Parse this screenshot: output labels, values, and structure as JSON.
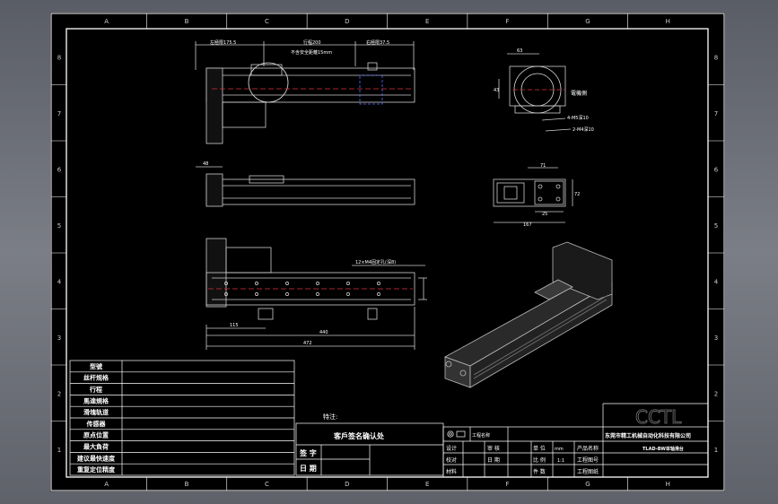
{
  "drawing": {
    "zone_letters": [
      "A",
      "B",
      "C",
      "D",
      "E",
      "F",
      "G",
      "H"
    ],
    "zone_numbers": [
      "8",
      "7",
      "6",
      "5",
      "4",
      "3",
      "2",
      "1"
    ],
    "top_view": {
      "dim_left": "左極限175.5",
      "dim_mid": "行程200",
      "dim_right": "右極限37.5",
      "note_safety": "不含安全距離15mm"
    },
    "side_view": {
      "dim_left": "48"
    },
    "front_view": {
      "dim_height": "72",
      "dim_width": "167",
      "dim_inner": "71",
      "dim_foot": "25"
    },
    "plan_view": {
      "dim_start": "115",
      "dim_stroke": "440",
      "dim_total": "472",
      "hole_note": "12×M4固定孔(深8)"
    },
    "end_view": {
      "label_motor": "電機側",
      "hole_a": "4-M5深10",
      "hole_b": "2-M4深10",
      "dim_top": "63",
      "dim_side": "43"
    }
  },
  "spec_table": {
    "rows": [
      "型號",
      "丝杆规格",
      "行程",
      "馬達規格",
      "滑塊轨道",
      "传感器",
      "原点位置",
      "最大負荷",
      "建议最快速度",
      "重复定位精度"
    ]
  },
  "confirm_box": {
    "remark_label": "特注:",
    "title": "客戶签名确认处",
    "sign_label": "签 字",
    "date_label": "日 期"
  },
  "title_block": {
    "projection_label": "工程名称",
    "logo_text": "CCTL",
    "company": "东莞市精工机械自动化科技有限公司",
    "product_name": "TLAD-BW单轴滑台",
    "label_design": "设计",
    "label_audit": "审 核",
    "label_unit": "单 位",
    "unit_value": "mm",
    "label_product": "产品名称",
    "label_check": "校对",
    "label_date": "日 期",
    "label_scale": "比 例",
    "scale_value": "1:1",
    "label_drawing_no": "工程图号",
    "label_material": "材料",
    "label_qty": "件 数",
    "label_drawing_no2": "工程图纸"
  }
}
